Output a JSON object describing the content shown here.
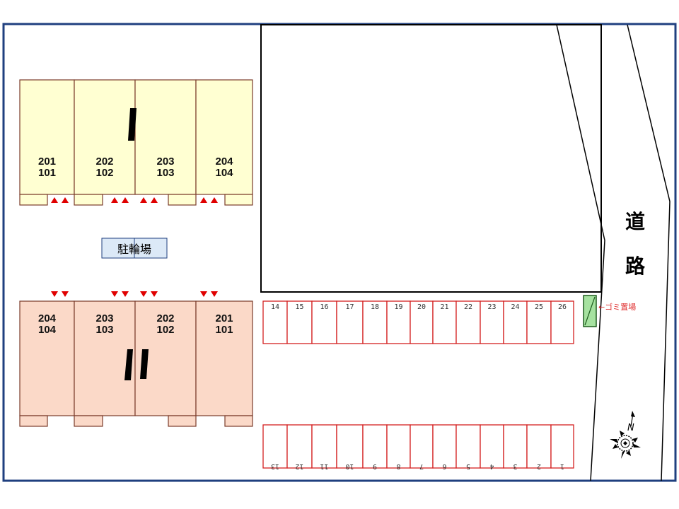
{
  "colors": {
    "border": "#1f3f7f",
    "building_top": "#ffffd2",
    "building_bottom": "#fbd9c8",
    "building_stroke": "#7a3b2a",
    "parking_stroke": "#d42020",
    "entrance_marker": "#e00000",
    "bike_fill": "#dce9f7",
    "garbage_fill": "#a6e2a0",
    "garbage_stroke": "#1e5c1e"
  },
  "top_building": {
    "units": [
      {
        "upper": "201",
        "lower": "101"
      },
      {
        "upper": "202",
        "lower": "102"
      },
      {
        "upper": "203",
        "lower": "103"
      },
      {
        "upper": "204",
        "lower": "104"
      }
    ]
  },
  "bottom_building": {
    "units": [
      {
        "upper": "204",
        "lower": "104"
      },
      {
        "upper": "203",
        "lower": "103"
      },
      {
        "upper": "202",
        "lower": "102"
      },
      {
        "upper": "201",
        "lower": "101"
      }
    ]
  },
  "bike_parking": {
    "label": "駐輪場"
  },
  "parking": {
    "top_row": [
      "14",
      "15",
      "16",
      "17",
      "18",
      "19",
      "20",
      "21",
      "22",
      "23",
      "24",
      "25",
      "26"
    ],
    "bottom_row": [
      "13",
      "12",
      "11",
      "10",
      "9",
      "8",
      "7",
      "6",
      "5",
      "4",
      "3",
      "2",
      "1"
    ]
  },
  "garbage": {
    "label": "←ゴミ置場"
  },
  "road": {
    "label_1": "道",
    "label_2": "路"
  },
  "compass": {
    "label": "N",
    "icon": "compass-north-icon"
  }
}
